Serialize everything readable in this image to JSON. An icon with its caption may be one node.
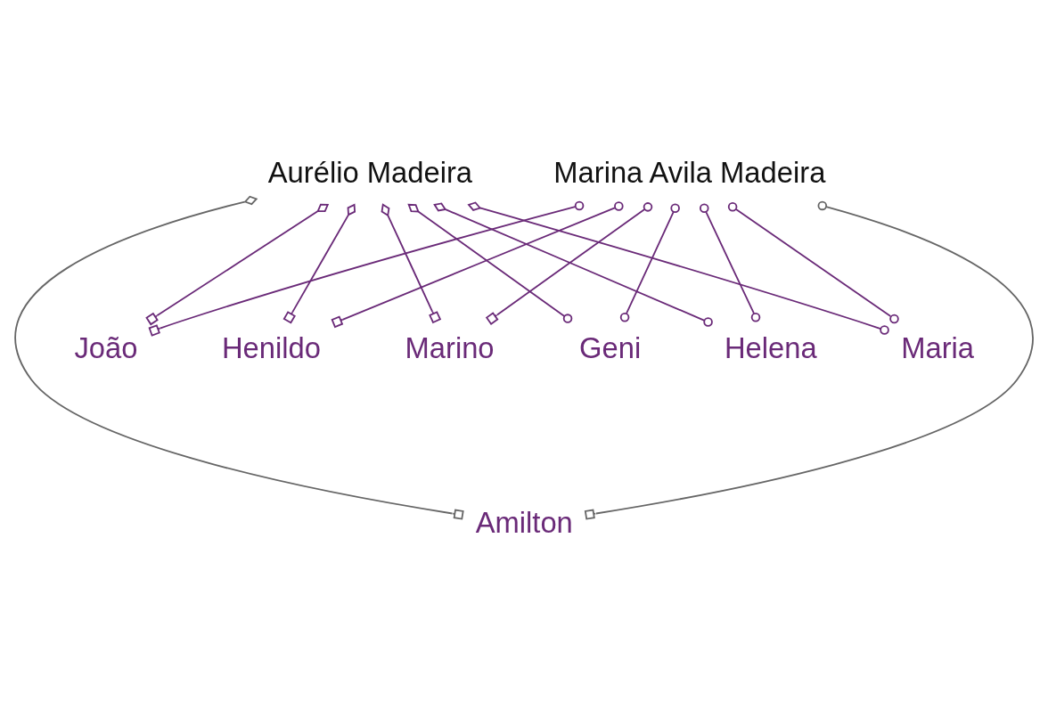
{
  "diagram": {
    "nodes": [
      {
        "text": [
          "Aurélio Madeira"
        ]
      },
      {
        "text": [
          "Marina Avila Madeira"
        ]
      },
      {
        "text": [
          "João"
        ]
      },
      {
        "text": [
          "Henildo"
        ]
      },
      {
        "text": [
          "Marino"
        ]
      },
      {
        "text": [
          "Geni"
        ]
      },
      {
        "text": [
          "Helena"
        ]
      },
      {
        "text": [
          "Maria"
        ]
      },
      {
        "text": [
          "Amilton"
        ]
      }
    ],
    "edges": [
      {
        "from": 0,
        "to": 2,
        "arrow": "other"
      },
      {
        "from": 0,
        "to": 3,
        "arrow": "other"
      },
      {
        "from": 0,
        "to": 4,
        "arrow": "other"
      },
      {
        "from": 0,
        "to": 8,
        "arrow": "other",
        "color": "#666666"
      },
      {
        "from": 0,
        "to": 5,
        "arrow": "other"
      },
      {
        "from": 0,
        "to": 6,
        "arrow": "other"
      },
      {
        "from": 0,
        "to": 7,
        "arrow": "other"
      },
      {
        "from": 1,
        "to": 2,
        "arrow": "other"
      },
      {
        "from": 1,
        "to": 3,
        "arrow": "other"
      },
      {
        "from": 1,
        "to": 4,
        "arrow": "other"
      },
      {
        "from": 1,
        "to": 8,
        "arrow": "other",
        "color": "#666666"
      },
      {
        "from": 1,
        "to": 5,
        "arrow": "other"
      },
      {
        "from": 1,
        "to": 6,
        "arrow": "other"
      },
      {
        "from": 1,
        "to": 7,
        "arrow": "other"
      }
    ]
  }
}
